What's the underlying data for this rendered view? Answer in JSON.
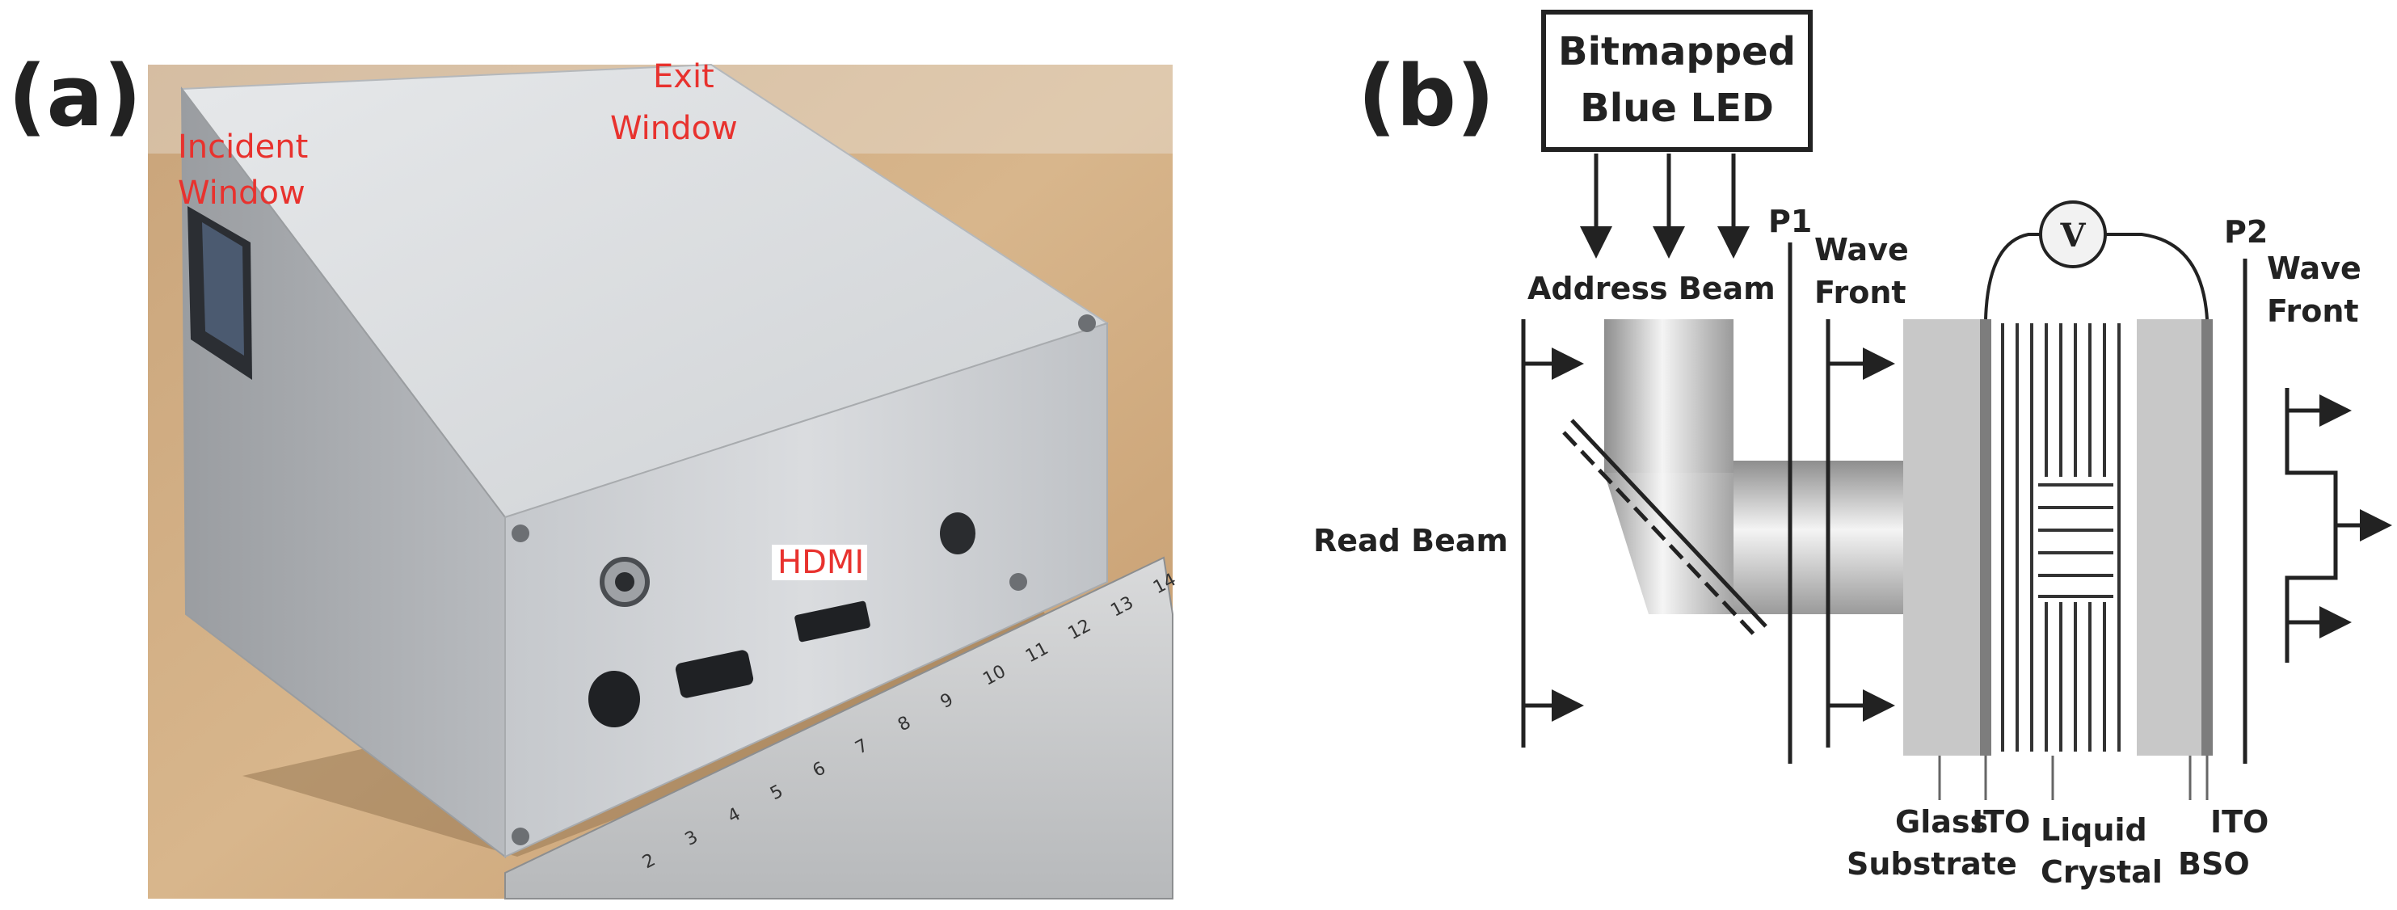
{
  "panel_a": {
    "label": "(a)",
    "annotations": {
      "incident_line1": "Incident",
      "incident_line2": "Window",
      "exit_line1": "Exit",
      "exit_line2": "Window",
      "hdmi": "HDMI"
    },
    "ruler_numbers": [
      "2",
      "3",
      "4",
      "5",
      "6",
      "7",
      "8",
      "9",
      "10",
      "11",
      "12",
      "13",
      "14"
    ]
  },
  "panel_b": {
    "label": "(b)",
    "led_box_line1": "Bitmapped",
    "led_box_line2": "Blue LED",
    "address_beam": "Address Beam",
    "read_beam": "Read Beam",
    "p1": "P1",
    "p2": "P2",
    "wave_front_in_line1": "Wave",
    "wave_front_in_line2": "Front",
    "wave_front_out_line1": "Wave",
    "wave_front_out_line2": "Front",
    "voltmeter": "V",
    "glass_line1": "Glass",
    "glass_line2": "Substrate",
    "ito_left": "ITO",
    "liquid_line1": "Liquid",
    "liquid_line2": "Crystal",
    "bso": "BSO",
    "ito_right": "ITO"
  },
  "colors": {
    "annotation_red": "#e8322e",
    "text_dark": "#222222"
  }
}
